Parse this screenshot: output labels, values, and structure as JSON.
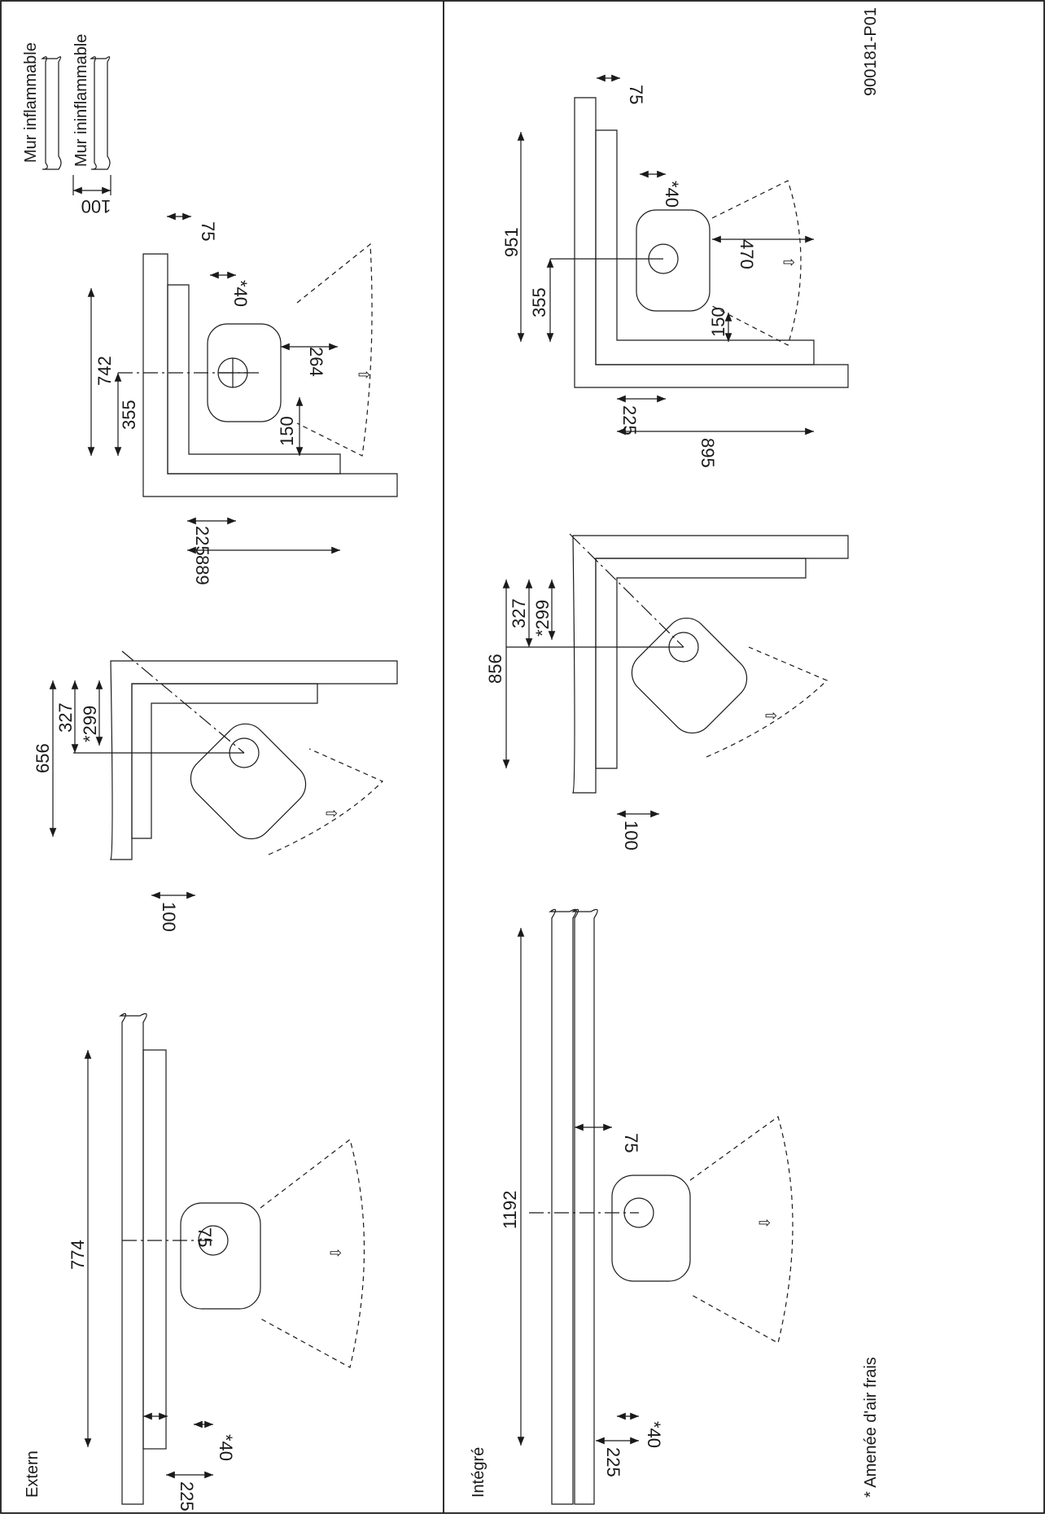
{
  "legend": {
    "flammable_wall": "Mur inflammable",
    "nonflammable_wall": "Mur ininflammable",
    "wall_gap": "100"
  },
  "sections": {
    "top": "Extern",
    "bottom": "Intégré"
  },
  "footnote": "* Amenée d'air frais",
  "drawing_number": "900181-P01",
  "colors": {
    "flammable_wall": "#ebebeb",
    "nonflammable_wall": "#8c8c8c",
    "line": "#1a1a1a"
  },
  "extern": {
    "corner": {
      "d742": "742",
      "d355": "355",
      "d264": "264",
      "d150": "150",
      "d225": "225",
      "d889": "889",
      "d75": "75",
      "d40": "*40"
    },
    "diagonal": {
      "d656": "656",
      "d327": "327",
      "d299": "*299",
      "d100": "100"
    },
    "wall": {
      "d774": "774",
      "d75": "75",
      "d40": "*40",
      "d225": "225"
    }
  },
  "integre": {
    "corner": {
      "d951": "951",
      "d355": "355",
      "d470": "470",
      "d150": "150",
      "d225": "225",
      "d895": "895",
      "d75": "75",
      "d40": "*40"
    },
    "diagonal": {
      "d856": "856",
      "d327": "327",
      "d299": "*299",
      "d100": "100"
    },
    "wall": {
      "d1192": "1192",
      "d75": "75",
      "d40": "*40",
      "d225": "225"
    }
  }
}
